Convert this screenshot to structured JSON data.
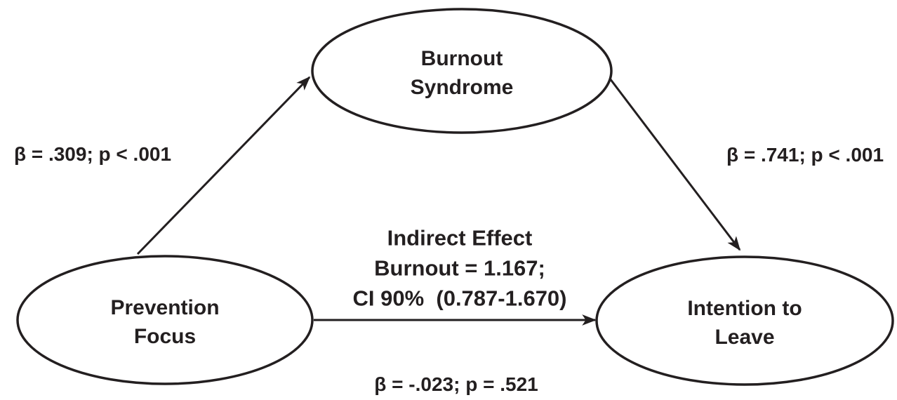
{
  "diagram": {
    "nodes": {
      "burnout_syndrome": {
        "label": "Burnout\nSyndrome"
      },
      "prevention_focus": {
        "label": "Prevention\nFocus"
      },
      "intention_to_leave": {
        "label": "Intention to\nLeave"
      }
    },
    "edges": {
      "prevention_to_burnout": {
        "label": "β = .309; p < .001"
      },
      "burnout_to_intention": {
        "label": "β = .741; p < .001"
      },
      "prevention_to_intention": {
        "label": "β = -.023; p = .521"
      },
      "indirect_effect": {
        "label": "Indirect Effect\nBurnout = 1.167;\nCI 90%  (0.787-1.670)"
      }
    },
    "colors": {
      "ink": "#231f20",
      "background": "#ffffff"
    }
  }
}
